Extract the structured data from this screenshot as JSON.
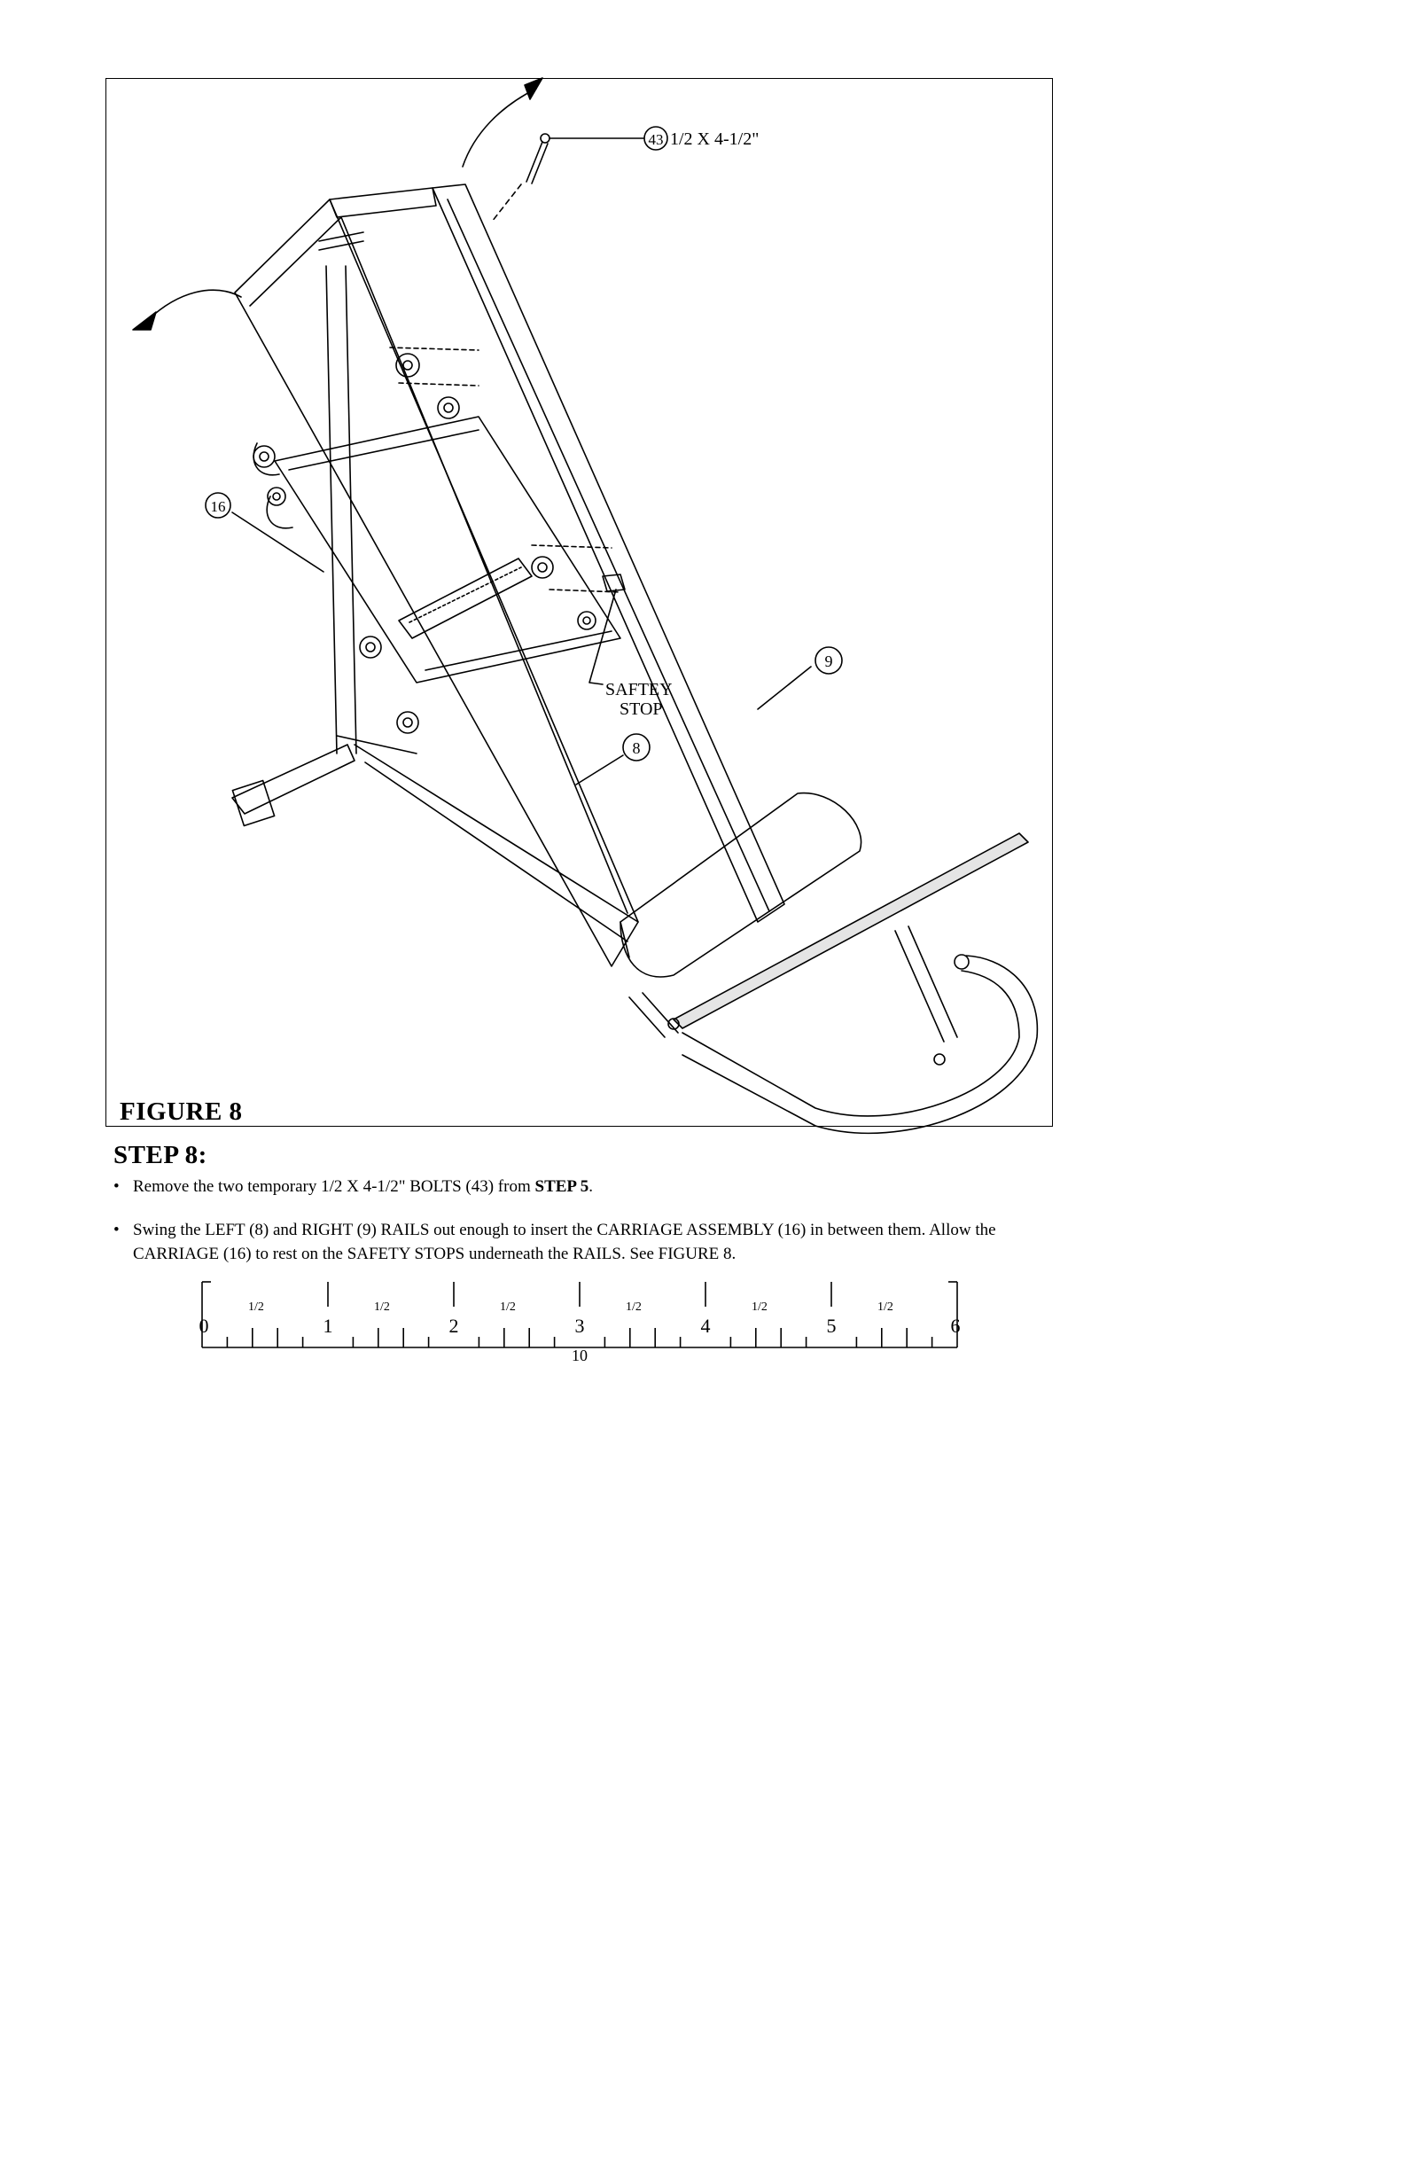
{
  "figure": {
    "title": "FIGURE 8",
    "callouts": {
      "bolt_number": "43",
      "bolt_size": "1/2 X 4-1/2\"",
      "carriage_number": "16",
      "right_rail_number": "9",
      "left_rail_number": "8",
      "safety_stop_line1": "SAFTEY",
      "safety_stop_line2": "STOP"
    }
  },
  "step": {
    "title": "STEP 8:",
    "bullet_symbol": "•",
    "bullets": [
      {
        "text_before": "Remove the two temporary 1/2 X 4-1/2\" BOLTS (43) from ",
        "bold": "STEP 5",
        "text_after": "."
      },
      {
        "line1": "Swing the LEFT (8) and RIGHT (9) RAILS out enough to insert the CARRIAGE ASSEMBLY (16) in between them.  Allow the",
        "line2": "CARRIAGE (16) to rest on the SAFETY STOPS underneath the RAILS. See FIGURE 8."
      }
    ]
  },
  "ruler": {
    "numbers": [
      "0",
      "1",
      "2",
      "3",
      "4",
      "5",
      "6"
    ],
    "half_label": "1/2",
    "center_label": "10"
  }
}
